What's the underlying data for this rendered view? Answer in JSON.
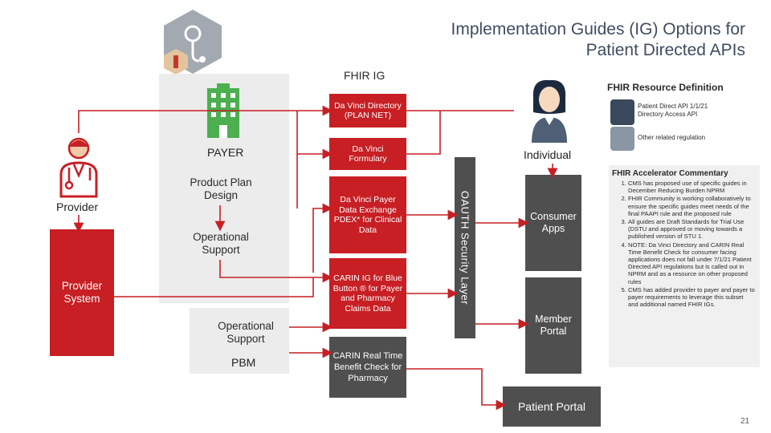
{
  "title_line1": "Implementation Guides (IG) Options for",
  "title_line2": "Patient Directed APIs",
  "fhir_ig": "FHIR IG",
  "payer": "PAYER",
  "product_plan_design": "Product Plan Design",
  "operational_support_payer": "Operational Support",
  "operational_support_pbm": "Operational Support",
  "pbm": "PBM",
  "provider": "Provider",
  "provider_system": "Provider System",
  "individual": "Individual",
  "security_layer": "OAUTH Security Layer",
  "ig_boxes": {
    "directory": "Da Vinci Directory (PLAN NET)",
    "formulary": "Da Vinci Formulary",
    "pdex": "Da Vinci Payer Data Exchange PDEX* for Clinical Data",
    "carin_bb": "CARIN IG for Blue Button ® for Payer and Pharmacy Claims Data",
    "carin_rtbc": "CARIN Real Time Benefit Check for Pharmacy"
  },
  "apps": {
    "consumer": "Consumer Apps",
    "member": "Member Portal",
    "patient": "Patient Portal"
  },
  "legend": {
    "heading": "FHIR Resource Definition",
    "red_label": "Patient Direct API 1/1/21 Directory Access API",
    "grey_label": "Other related regulation"
  },
  "commentary": {
    "heading": "FHIR Accelerator Commentary",
    "items": [
      "CMS has proposed use of specific guides in December Reducing Burden NPRM",
      "FHIR Community is working collaboratively to ensure the specific guides meet needs of the final PAAPI rule and the proposed rule",
      "All guides are Draft Standards for Trial Use (DSTU and approved or moving towards a published version of STU 1.",
      "NOTE: Da Vinci Directory and CARIN Real Time Benefit Check for consumer facing applications does not fall under 7/1/21 Patient Directed API regulations but is called out in NPRM and as a resource on other proposed rules",
      "CMS has added provider to payer and payer to payer requirements to leverage this subset and additional named FHIR IGs."
    ]
  },
  "page_number": "21",
  "colors": {
    "accent_red": "#c71f24",
    "dark_grey": "#4f4f4f",
    "legend_blue": "#3a4a5c",
    "legend_grey": "#8a96a3"
  },
  "icons": [
    "stethoscope-hex-icon",
    "medical-hex-icon",
    "building-icon",
    "doctor-icon",
    "patient-icon"
  ]
}
